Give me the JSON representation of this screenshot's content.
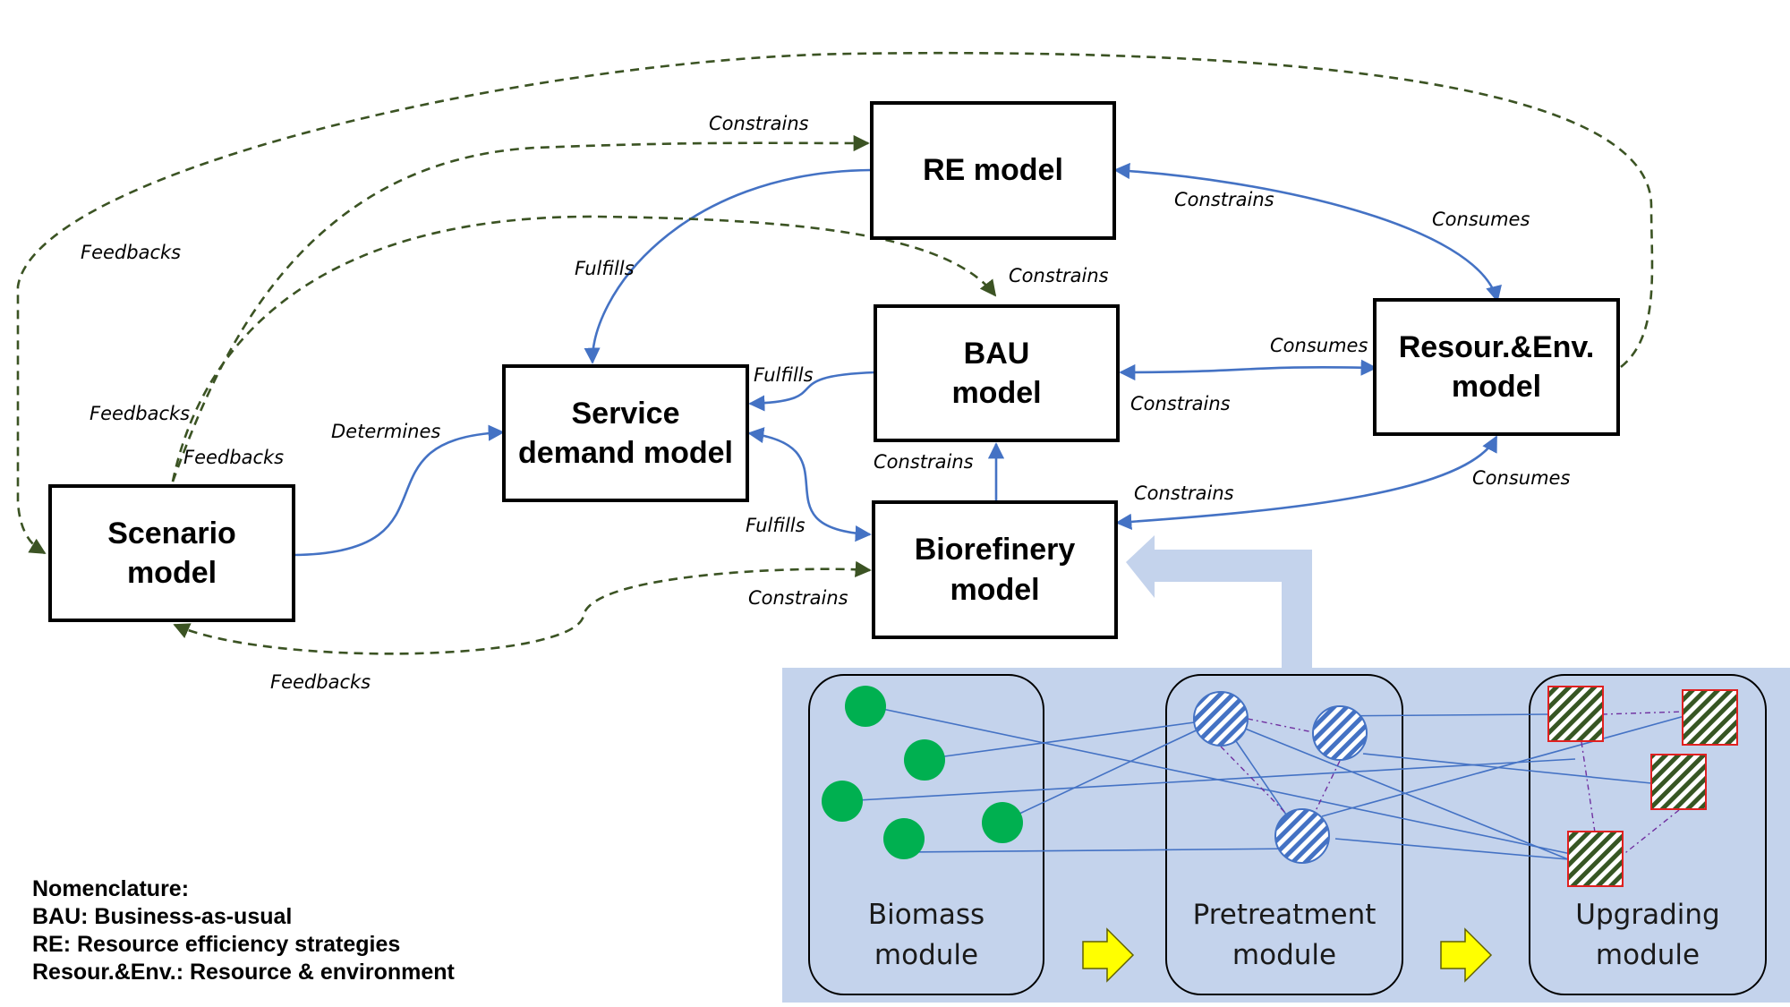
{
  "models": {
    "re": "RE model",
    "bau": "BAU\nmodel",
    "service": "Service\ndemand model",
    "resource": "Resour.&Env.\nmodel",
    "scenario": "Scenario\nmodel",
    "biorefinery": "Biorefinery\nmodel"
  },
  "edge_labels": {
    "constrains_re_top": "Constrains",
    "feedbacks_top": "Feedbacks",
    "fulfills_re": "Fulfills",
    "constrains_re_right": "Constrains",
    "consumes_re": "Consumes",
    "constrains_bau_top": "Constrains",
    "fulfills_bau": "Fulfills",
    "consumes_bau": "Consumes",
    "constrains_bau_right": "Constrains",
    "feedbacks_left1": "Feedbacks",
    "feedbacks_left2": "Feedbacks",
    "determines": "Determines",
    "constrains_bau_bottom": "Constrains",
    "constrains_bio_right": "Constrains",
    "consumes_bio": "Consumes",
    "fulfills_bio": "Fulfills",
    "constrains_bio_left": "Constrains",
    "feedbacks_bottom": "Feedbacks"
  },
  "modules": {
    "biomass": "Biomass\nmodule",
    "pretreatment": "Pretreatment\nmodule",
    "upgrading": "Upgrading\nmodule"
  },
  "nomenclature": {
    "title": "Nomenclature:",
    "lines": [
      "BAU: Business-as-usual",
      "RE: Resource efficiency strategies",
      "Resour.&Env.: Resource & environment"
    ]
  },
  "colors": {
    "solid_arrow": "#4472c4",
    "dashed_arrow": "#3b5323",
    "panel": "#c4d3ec",
    "biomass_node": "#00b050",
    "pretreatment_hatch": "#4472c4",
    "upgrading_hatch": "#375623",
    "upgrading_border": "#e02020",
    "step_arrow": "#ffff00"
  }
}
